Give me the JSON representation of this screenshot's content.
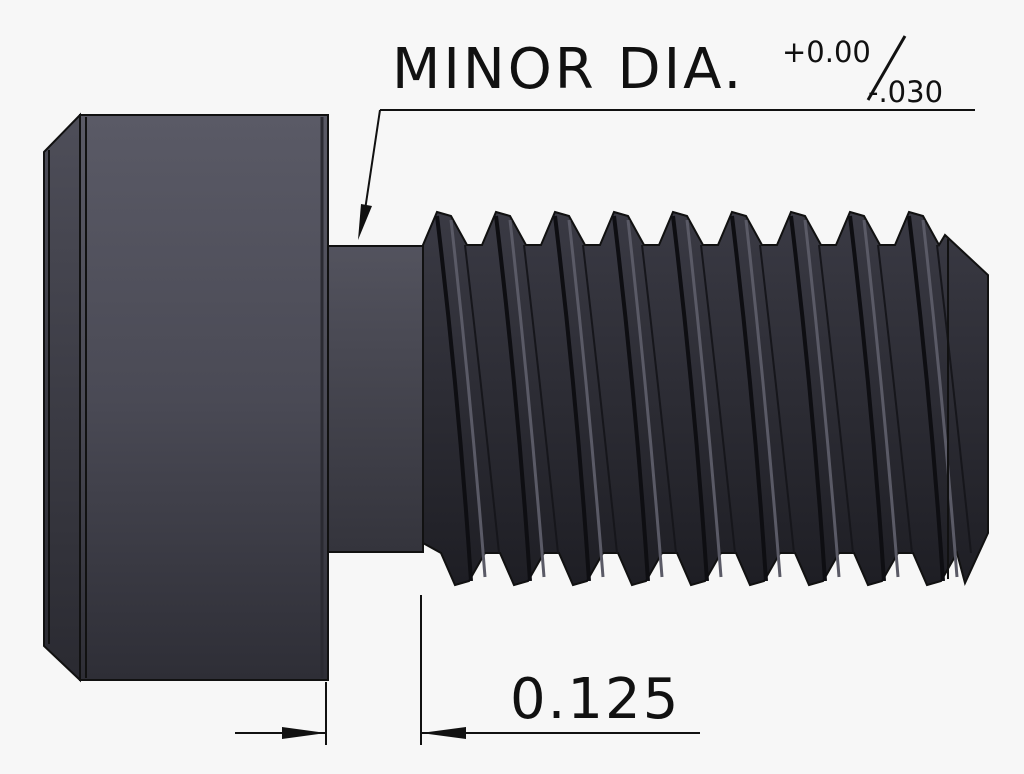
{
  "callout": {
    "label": "MINOR DIA.",
    "upper_tolerance": "+0.00",
    "lower_tolerance": "-.030"
  },
  "dimension": {
    "value": "0.125"
  },
  "colors": {
    "part_body": "#55555f",
    "part_dark": "#2a2a31",
    "thread_dark": "#1e1e24",
    "line": "#111111",
    "background": "#f7f7f7"
  }
}
